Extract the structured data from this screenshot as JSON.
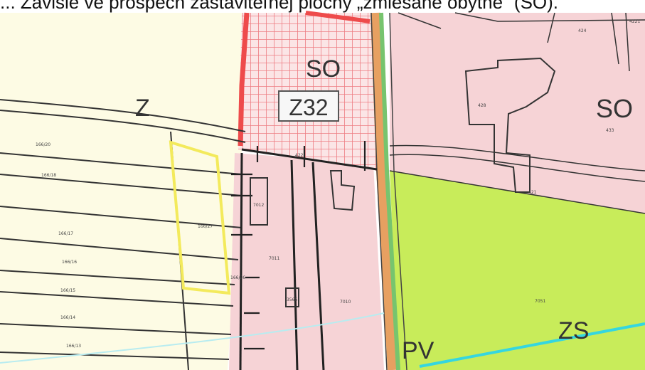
{
  "caption": "... Závisle ve prospech zastaviteľnej plochy „zmiešané obytné“ (SO).",
  "zones": {
    "so_top": "SO",
    "so_right": "SO",
    "z_left": "Z",
    "zs": "ZS",
    "pv": "PV",
    "z32": "Z32"
  },
  "parcels": [
    "166/20",
    "166/18",
    "166/17",
    "166/16",
    "166/15",
    "166/14",
    "166/13",
    "166/27",
    "166/36",
    "7012",
    "7011",
    "3565",
    "7010",
    "428",
    "433",
    "424",
    "421",
    "422",
    "7051",
    "4221"
  ],
  "colors": {
    "cream": "#fdfbe4",
    "pink": "#f6d3d6",
    "green": "#c8ec5a",
    "yellow": "#f3ea5c",
    "red": "#ee4b4b",
    "road_orange": "#e7a061",
    "road_green": "#77c46e",
    "cyan": "#35d6e0"
  }
}
